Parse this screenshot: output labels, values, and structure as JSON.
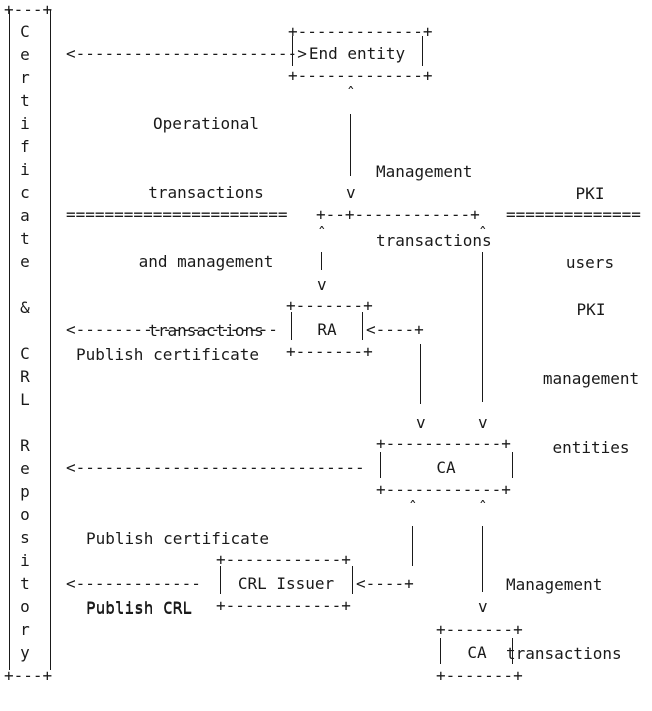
{
  "repository": {
    "letters": [
      "C",
      "e",
      "r",
      "t",
      "i",
      "f",
      "i",
      "c",
      "a",
      "t",
      "e",
      "&",
      "C",
      "R",
      "L",
      "R",
      "e",
      "p",
      "o",
      "s",
      "i",
      "t",
      "o",
      "r",
      "y"
    ]
  },
  "labels": {
    "end_entity": "End entity",
    "operational": [
      "Operational",
      "transactions",
      "and management",
      "transactions"
    ],
    "mgmt_top": [
      "Management",
      "transactions"
    ],
    "pki_users": [
      "PKI",
      "users"
    ],
    "pki_mgmt": [
      "PKI",
      "management",
      "entities"
    ],
    "ra": "RA",
    "publish_cert_ra": "Publish certificate",
    "ca_main": "CA",
    "publish_ca": [
      "Publish certificate",
      "Publish CRL"
    ],
    "mgmt_bottom": [
      "Management",
      "transactions"
    ],
    "crl_issuer": "CRL Issuer",
    "publish_crl": "Publish CRL",
    "ca_bottom": "CA",
    "v": "v",
    "caret": "ˆ"
  }
}
